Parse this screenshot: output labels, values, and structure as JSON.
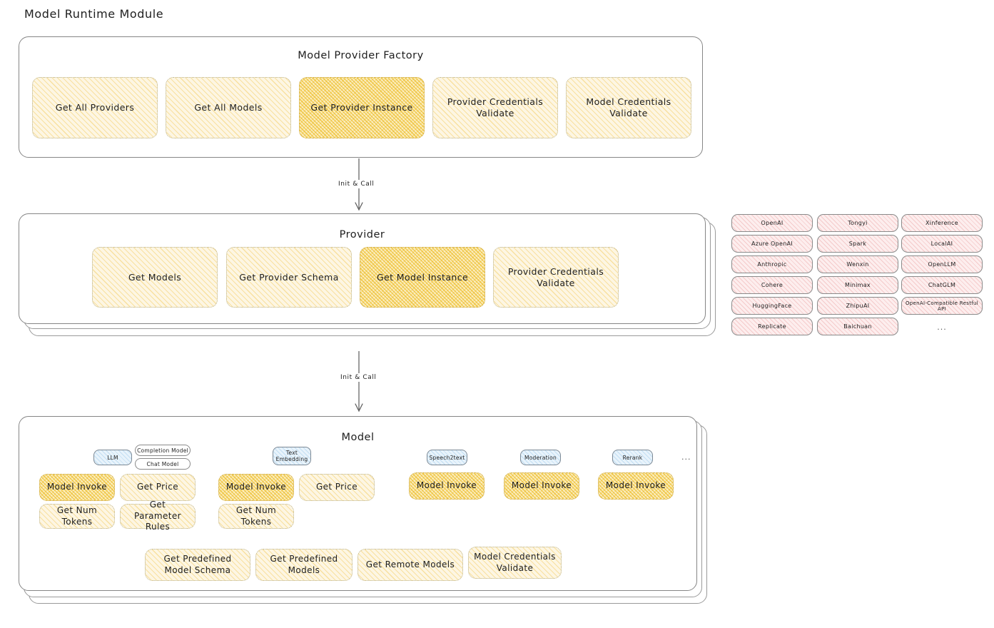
{
  "title": "Model Runtime Module",
  "colors": {
    "highlight_fill": "#fbeec3",
    "node_fill": "#fdf6e3",
    "provider_chip_fill": "#fdeeee",
    "badge_fill": "#e8f3fb",
    "stroke": "#868686",
    "text": "#1e1e1e"
  },
  "arrows": [
    {
      "label": "Init & Call"
    },
    {
      "label": "Init & Call"
    }
  ],
  "panels": {
    "factory": {
      "title": "Model Provider Factory",
      "nodes": [
        {
          "label": "Get All Providers",
          "highlighted": false
        },
        {
          "label": "Get All Models",
          "highlighted": false
        },
        {
          "label": "Get Provider Instance",
          "highlighted": true
        },
        {
          "label": "Provider Credentials Validate",
          "highlighted": false
        },
        {
          "label": "Model Credentials Validate",
          "highlighted": false
        }
      ]
    },
    "provider": {
      "title": "Provider",
      "nodes": [
        {
          "label": "Get Models",
          "highlighted": false
        },
        {
          "label": "Get Provider Schema",
          "highlighted": false
        },
        {
          "label": "Get Model Instance",
          "highlighted": true
        },
        {
          "label": "Provider Credentials Validate",
          "highlighted": false
        }
      ]
    },
    "model": {
      "title": "Model",
      "ellipsis": "...",
      "groups": [
        {
          "badge": "LLM",
          "sub_badges": [
            "Completion Model",
            "Chat Model"
          ],
          "nodes": [
            {
              "label": "Model Invoke",
              "highlighted": true
            },
            {
              "label": "Get Price",
              "highlighted": false
            },
            {
              "label": "Get Num Tokens",
              "highlighted": false
            },
            {
              "label": "Get Parameter Rules",
              "highlighted": false
            }
          ]
        },
        {
          "badge": "Text Embedding",
          "sub_badges": [],
          "nodes": [
            {
              "label": "Model Invoke",
              "highlighted": true
            },
            {
              "label": "Get Price",
              "highlighted": false
            },
            {
              "label": "Get Num Tokens",
              "highlighted": false
            }
          ]
        },
        {
          "badge": "Speech2text",
          "sub_badges": [],
          "nodes": [
            {
              "label": "Model Invoke",
              "highlighted": true
            }
          ]
        },
        {
          "badge": "Moderation",
          "sub_badges": [],
          "nodes": [
            {
              "label": "Model Invoke",
              "highlighted": true
            }
          ]
        },
        {
          "badge": "Rerank",
          "sub_badges": [],
          "nodes": [
            {
              "label": "Model Invoke",
              "highlighted": true
            }
          ]
        }
      ],
      "common_nodes": [
        {
          "label": "Get Predefined Model Schema"
        },
        {
          "label": "Get Predefined Models"
        },
        {
          "label": "Get Remote Models"
        },
        {
          "label": "Model Credentials Validate"
        }
      ]
    }
  },
  "provider_list": {
    "ellipsis": "...",
    "columns": [
      [
        "OpenAI",
        "Azure OpenAI",
        "Anthropic",
        "Cohere",
        "HuggingFace",
        "Replicate"
      ],
      [
        "Tongyi",
        "Spark",
        "Wenxin",
        "Minimax",
        "ZhipuAI",
        "Baichuan"
      ],
      [
        "Xinference",
        "LocalAI",
        "OpenLLM",
        "ChatGLM",
        "OpenAI-Compatible Restful API"
      ]
    ]
  }
}
